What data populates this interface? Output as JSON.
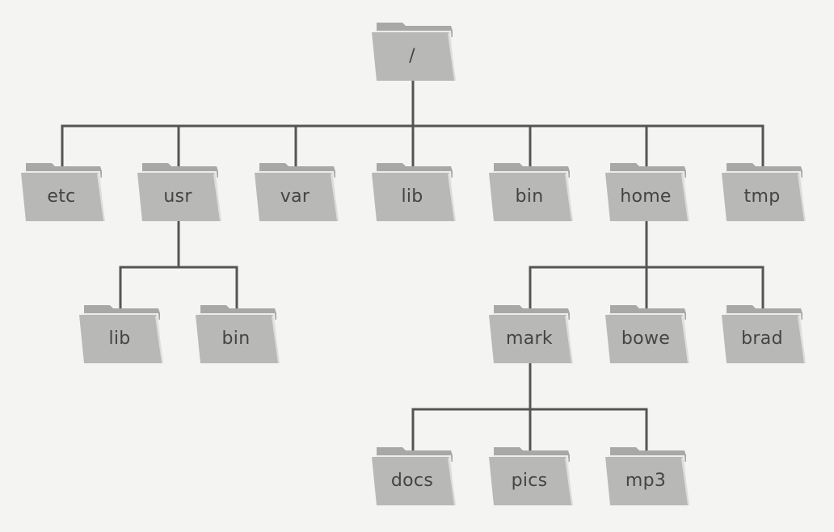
{
  "colors": {
    "background": "#f4f4f2",
    "folder_front": "#b8b8b6",
    "folder_back": "#a8a8a6",
    "folder_edge": "#ececea",
    "connector": "#555555",
    "label": "#444444"
  },
  "nodes": {
    "root": {
      "label": "/",
      "icon": "folder-icon"
    },
    "etc": {
      "label": "etc",
      "icon": "folder-icon"
    },
    "usr": {
      "label": "usr",
      "icon": "folder-icon"
    },
    "var": {
      "label": "var",
      "icon": "folder-icon"
    },
    "lib": {
      "label": "lib",
      "icon": "folder-icon"
    },
    "bin": {
      "label": "bin",
      "icon": "folder-icon"
    },
    "home": {
      "label": "home",
      "icon": "folder-icon"
    },
    "tmp": {
      "label": "tmp",
      "icon": "folder-icon"
    },
    "usr_lib": {
      "label": "lib",
      "icon": "folder-icon"
    },
    "usr_bin": {
      "label": "bin",
      "icon": "folder-icon"
    },
    "mark": {
      "label": "mark",
      "icon": "folder-icon"
    },
    "bowe": {
      "label": "bowe",
      "icon": "folder-icon"
    },
    "brad": {
      "label": "brad",
      "icon": "folder-icon"
    },
    "docs": {
      "label": "docs",
      "icon": "folder-icon"
    },
    "pics": {
      "label": "pics",
      "icon": "folder-icon"
    },
    "mp3": {
      "label": "mp3",
      "icon": "folder-icon"
    }
  },
  "edges": [
    {
      "from": "root",
      "to": [
        "etc",
        "usr",
        "var",
        "lib",
        "bin",
        "home",
        "tmp"
      ]
    },
    {
      "from": "usr",
      "to": [
        "usr_lib",
        "usr_bin"
      ]
    },
    {
      "from": "home",
      "to": [
        "mark",
        "bowe",
        "brad"
      ]
    },
    {
      "from": "mark",
      "to": [
        "docs",
        "pics",
        "mp3"
      ]
    }
  ]
}
